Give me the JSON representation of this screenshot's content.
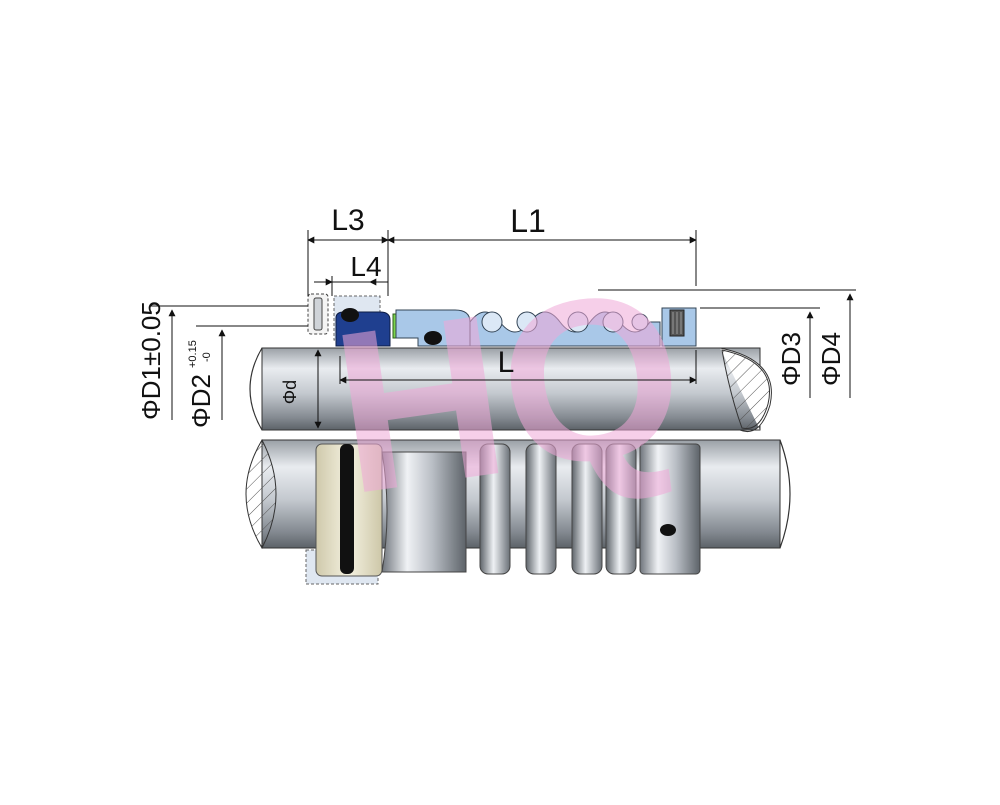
{
  "labels": {
    "l3": "L3",
    "l4": "L4",
    "l1": "L1",
    "l": "L",
    "d_shaft": "Φd",
    "d1": "ΦD1±0.05",
    "d2": "ΦD2",
    "d2_tol_upper": "+0.15",
    "d2_tol_lower": "-0",
    "d3": "ΦD3",
    "d4": "ΦD4"
  },
  "watermark": "HQ",
  "colors": {
    "seat_ring": "#e7e2c8",
    "seal_face": "#1f3f8f",
    "green_ring": "#7cd44c",
    "bellows_body": "#a9c8e8",
    "shaft_light": "#e6e9ee",
    "shaft_dark": "#6c7278",
    "watermark": "#f0a8d8"
  }
}
